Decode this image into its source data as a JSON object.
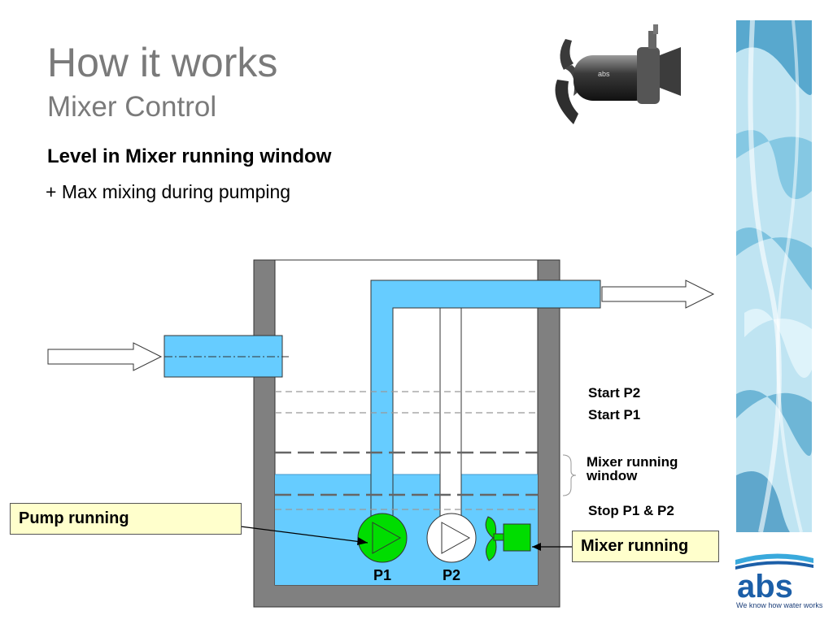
{
  "slide": {
    "title": "How it works",
    "subtitle": "Mixer Control",
    "heading": "Level in Mixer running window",
    "bullet": "+ Max mixing during pumping"
  },
  "diagram": {
    "levels": {
      "start_p2": "Start P2",
      "start_p1": "Start P1",
      "mixer_window_line1": "Mixer running",
      "mixer_window_line2": "window",
      "stop": "Stop P1 & P2"
    },
    "pumps": {
      "p1": "P1",
      "p2": "P2"
    },
    "callouts": {
      "pump_running": "Pump running",
      "mixer_running": "Mixer running"
    }
  },
  "product_image": {
    "brand_mark": "abs"
  },
  "logo": {
    "brand": "abs",
    "tagline": "We know how water works"
  },
  "colors": {
    "water": "#66ccff",
    "wall": "#808080",
    "pump_active": "#00dd00",
    "callout_bg": "#ffffcc",
    "title_gray": "#7a7a7a",
    "brand_blue": "#1c5fa8"
  }
}
